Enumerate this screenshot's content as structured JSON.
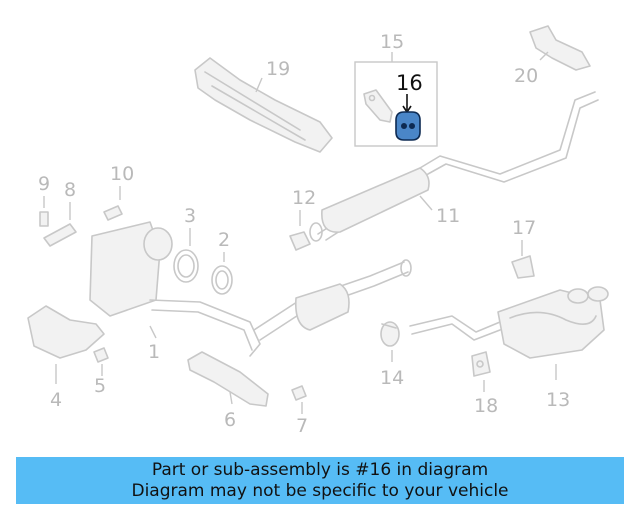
{
  "diagram": {
    "callouts": [
      "1",
      "2",
      "3",
      "4",
      "5",
      "6",
      "7",
      "8",
      "9",
      "10",
      "11",
      "12",
      "13",
      "14",
      "15",
      "16",
      "17",
      "18",
      "19",
      "20"
    ],
    "highlighted": "16",
    "colors": {
      "highlight": "#4a86c8",
      "linework": "#c8c8c8",
      "banner": "#56bcf5"
    }
  },
  "banner": {
    "line1": "Part or sub-assembly is #16 in diagram",
    "line2": "Diagram may not be specific to your vehicle"
  }
}
